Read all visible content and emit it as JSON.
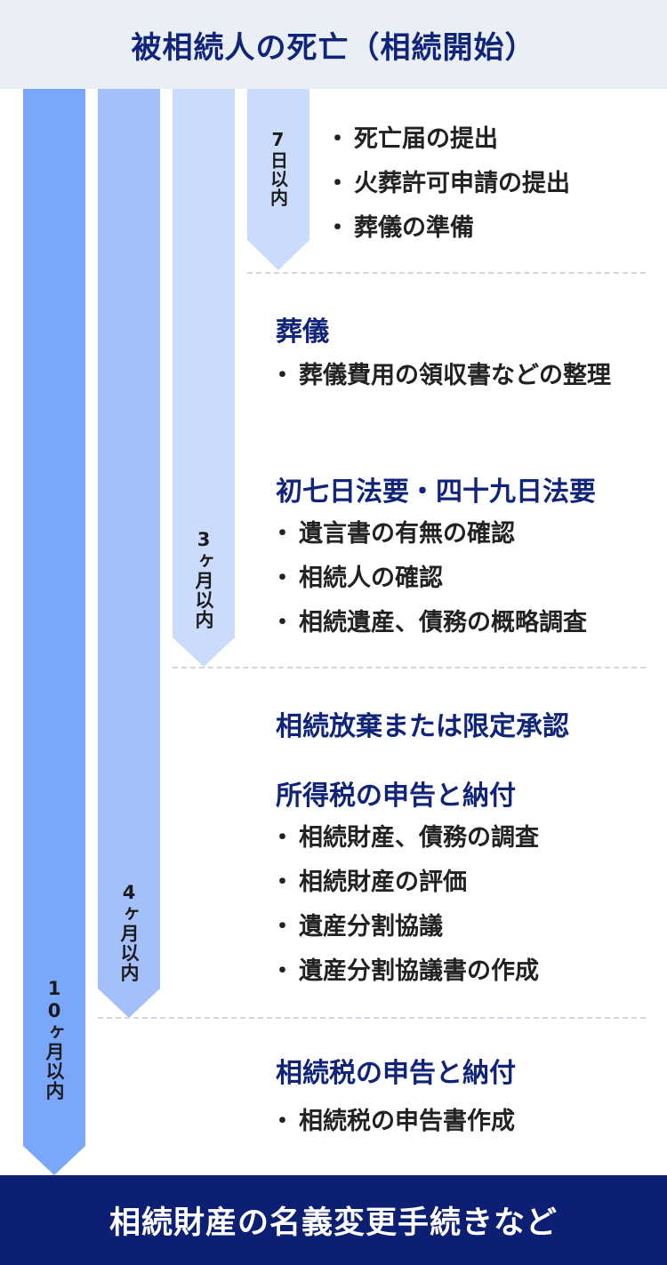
{
  "header": {
    "title": "被相続人の死亡（相続開始）"
  },
  "footer": {
    "title": "相続財産の名義変更手続きなど"
  },
  "bars": {
    "ten_months": "10ヶ月以内",
    "four_months": "4ヶ月以内",
    "three_months": "3ヶ月以内",
    "seven_days": "7日以内"
  },
  "colors": {
    "navy": "#10247a",
    "footer_bg": "#0c1f72",
    "header_bg": "#e9eff4",
    "bar_10m": "#7ba7fb",
    "bar_4m": "#a3c0fb",
    "bar_3m": "#cadbfb",
    "bar_7d": "#cadbfb"
  },
  "sections": {
    "seven_days": {
      "items": [
        "死亡届の提出",
        "火葬許可申請の提出",
        "葬儀の準備"
      ]
    },
    "three_months": {
      "heading1": "葬儀",
      "items1": [
        "葬儀費用の領収書などの整理"
      ],
      "heading2": "初七日法要・四十九日法要",
      "items2": [
        "遺言書の有無の確認",
        "相続人の確認",
        "相続遺産、債務の概略調査"
      ]
    },
    "four_months": {
      "heading1": "相続放棄または限定承認",
      "heading2": "所得税の申告と納付",
      "items": [
        "相続財産、債務の調査",
        "相続財産の評価",
        "遺産分割協議",
        "遺産分割協議書の作成"
      ]
    },
    "ten_months": {
      "heading": "相続税の申告と納付",
      "items": [
        "相続税の申告書作成"
      ]
    }
  }
}
